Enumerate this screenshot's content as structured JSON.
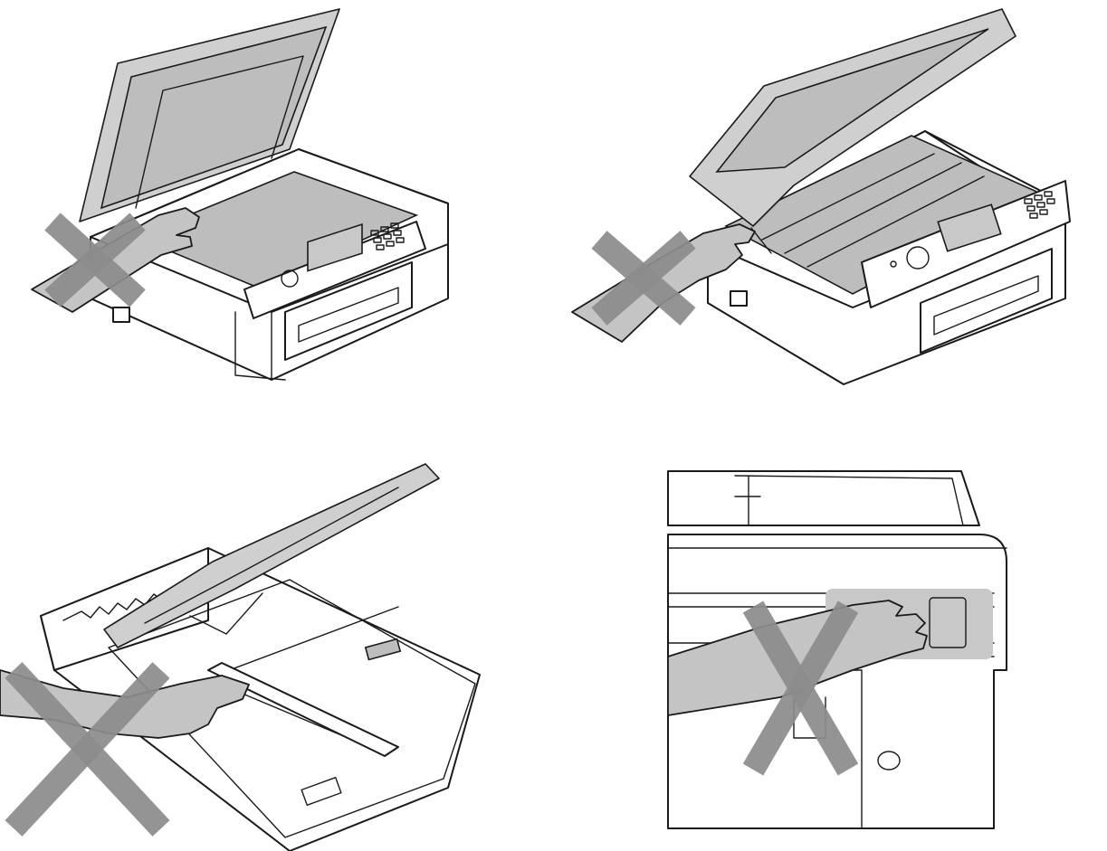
{
  "panels": [
    {
      "subject": "scanner-cover-open",
      "prohibited": true
    },
    {
      "subject": "scanner-unit-open",
      "prohibited": true
    },
    {
      "subject": "paper-tray",
      "prohibited": true
    },
    {
      "subject": "printer-side-edge",
      "prohibited": true
    }
  ],
  "icons": {
    "warning_mark": "cross-icon",
    "hand": "hand-icon"
  },
  "colors": {
    "background": "#ffffff",
    "line": "#1a1a1a",
    "shade": "#c8c8c8",
    "cross": "#8c8c8c"
  }
}
